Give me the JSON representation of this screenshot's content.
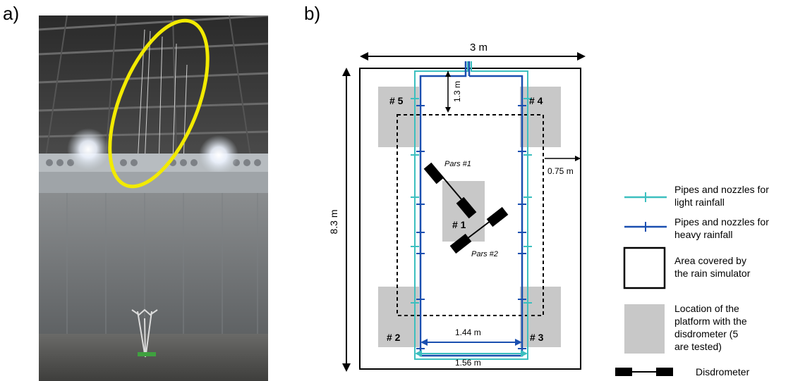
{
  "panels": {
    "a": "a)",
    "b": "b)"
  },
  "diagram": {
    "width_dim": "3 m",
    "height_dim": "8.3 m",
    "top_gap_dim": "1.3 m",
    "side_gap_dim": "0.75 m",
    "inner_pipe_dim": "1.44 m",
    "outer_pipe_dim": "1.56 m",
    "platforms": [
      "# 5",
      "# 4",
      "# 1",
      "# 2",
      "# 3"
    ],
    "pars1": "Pars #1",
    "pars2": "Pars #2"
  },
  "legend": {
    "light_line1": "Pipes and nozzles for",
    "light_line2": "light rainfall",
    "heavy_line1": "Pipes and nozzles for",
    "heavy_line2": "heavy rainfall",
    "area_line1": "Area covered by",
    "area_line2": "the rain simulator",
    "loc_line1": "Location of the",
    "loc_line2": "platform with the",
    "loc_line3": "disdrometer (5",
    "loc_line4": "are tested)",
    "disdrometer": "Disdrometer"
  },
  "colors": {
    "light_pipe": "#3cbfbf",
    "heavy_pipe": "#1a4fb0",
    "platform": "#c8c8c8",
    "highlight": "#f2ea00"
  }
}
